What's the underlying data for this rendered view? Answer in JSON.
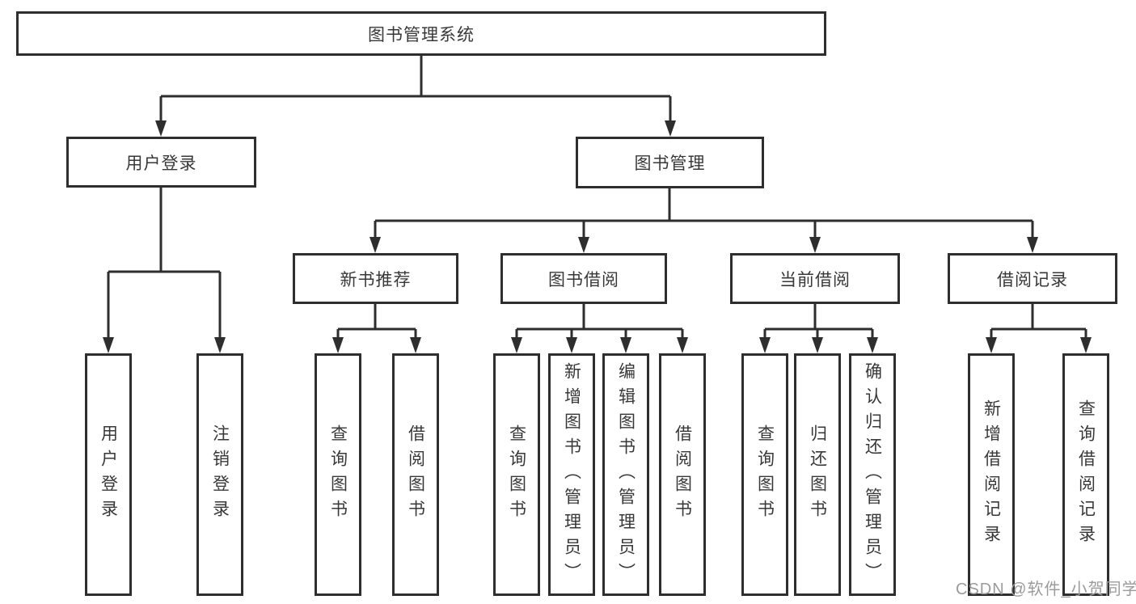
{
  "diagram": {
    "title_node": {
      "label": "图书管理系统"
    },
    "level2": [
      {
        "label": "用户登录"
      },
      {
        "label": "图书管理"
      }
    ],
    "level3": [
      {
        "label": "新书推荐",
        "parent": "图书管理"
      },
      {
        "label": "图书借阅",
        "parent": "图书管理"
      },
      {
        "label": "当前借阅",
        "parent": "图书管理"
      },
      {
        "label": "借阅记录",
        "parent": "图书管理"
      }
    ],
    "leaves": [
      {
        "label": "用户登录",
        "parent": "用户登录"
      },
      {
        "label": "注销登录",
        "parent": "用户登录"
      },
      {
        "label": "查询图书",
        "parent": "新书推荐"
      },
      {
        "label": "借阅图书",
        "parent": "新书推荐"
      },
      {
        "label": "查询图书",
        "parent": "图书借阅"
      },
      {
        "label": "新增图书（管理员）",
        "parent": "图书借阅"
      },
      {
        "label": "编辑图书（管理员）",
        "parent": "图书借阅"
      },
      {
        "label": "借阅图书",
        "parent": "图书借阅"
      },
      {
        "label": "查询图书",
        "parent": "当前借阅"
      },
      {
        "label": "归还图书",
        "parent": "当前借阅"
      },
      {
        "label": "确认归还（管理员）",
        "parent": "当前借阅"
      },
      {
        "label": "新增借阅记录",
        "parent": "借阅记录"
      },
      {
        "label": "查询借阅记录",
        "parent": "借阅记录"
      }
    ]
  },
  "watermark": {
    "text": "CSDN @软件_小贺同学"
  },
  "colors": {
    "bg": "#ffffff",
    "line": "#2e2e2e",
    "border": "#2e2e2e",
    "text": "#383838",
    "watermark": "#9b9b9b"
  }
}
